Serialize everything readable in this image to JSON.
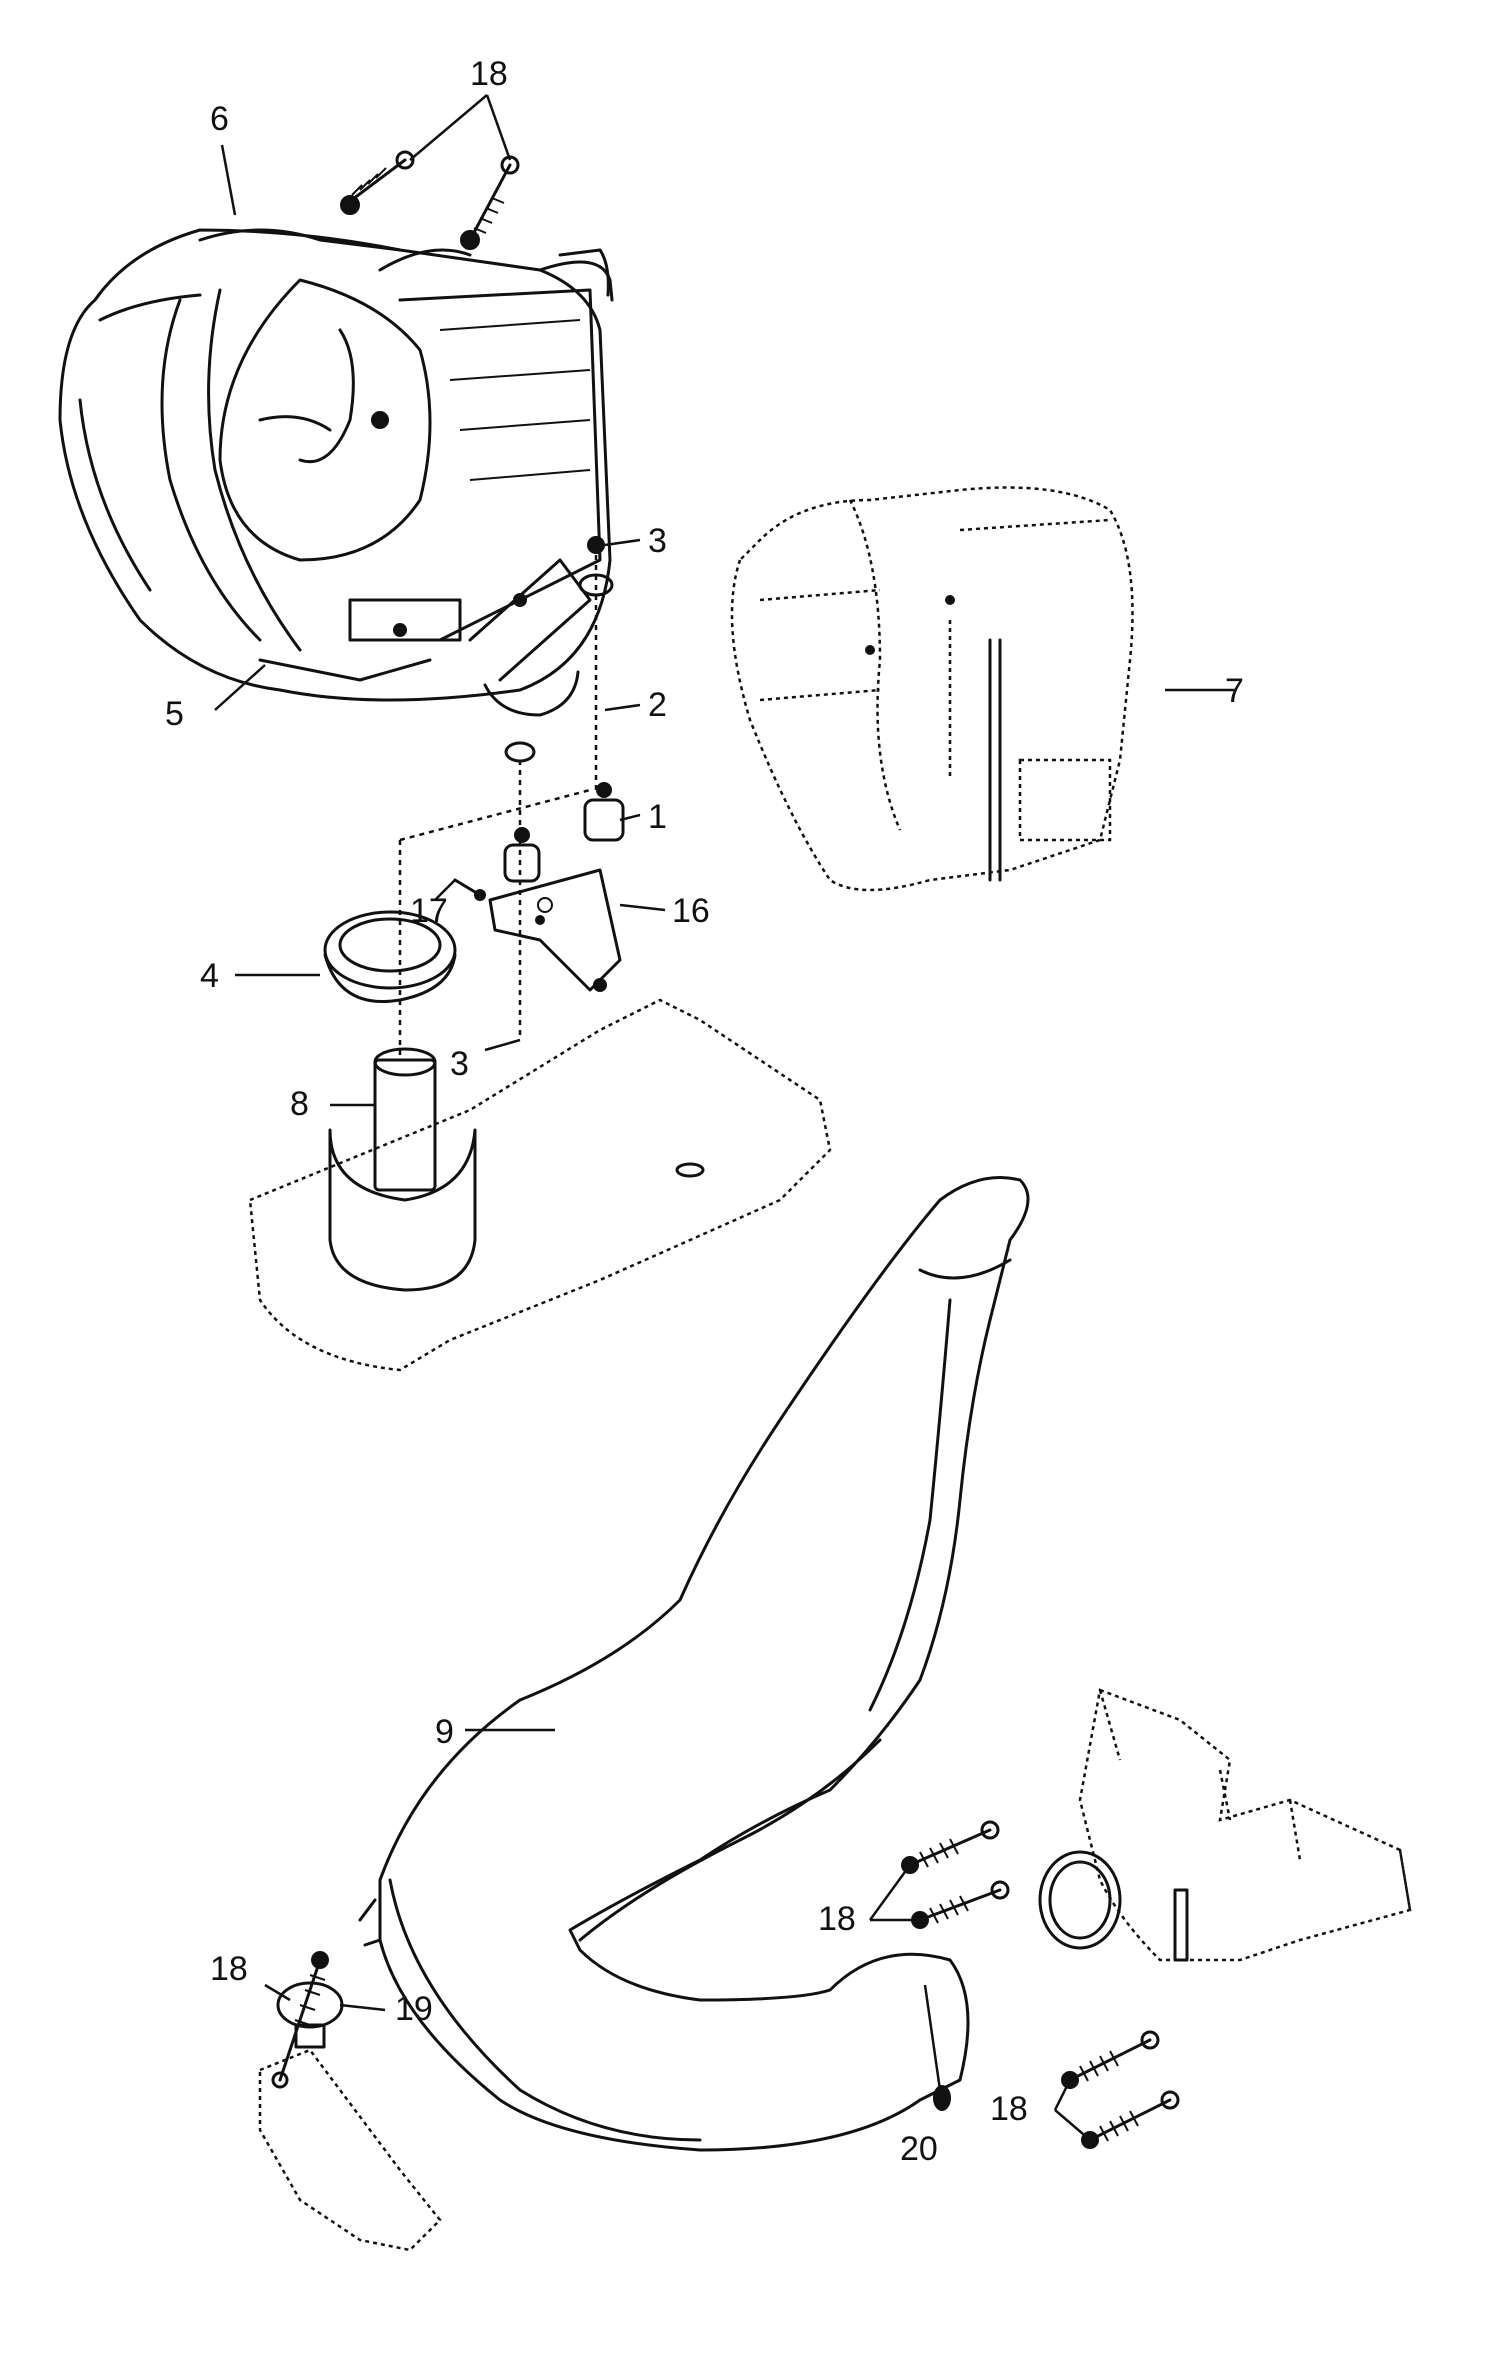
{
  "callouts": {
    "c1": "1",
    "c2": "2",
    "c3a": "3",
    "c3b": "3",
    "c4": "4",
    "c5": "5",
    "c6": "6",
    "c7": "7",
    "c8": "8",
    "c9": "9",
    "c16": "16",
    "c17": "17",
    "c18a": "18",
    "c18b": "18",
    "c18c": "18",
    "c18d": "18",
    "c19": "19",
    "c20": "20"
  }
}
